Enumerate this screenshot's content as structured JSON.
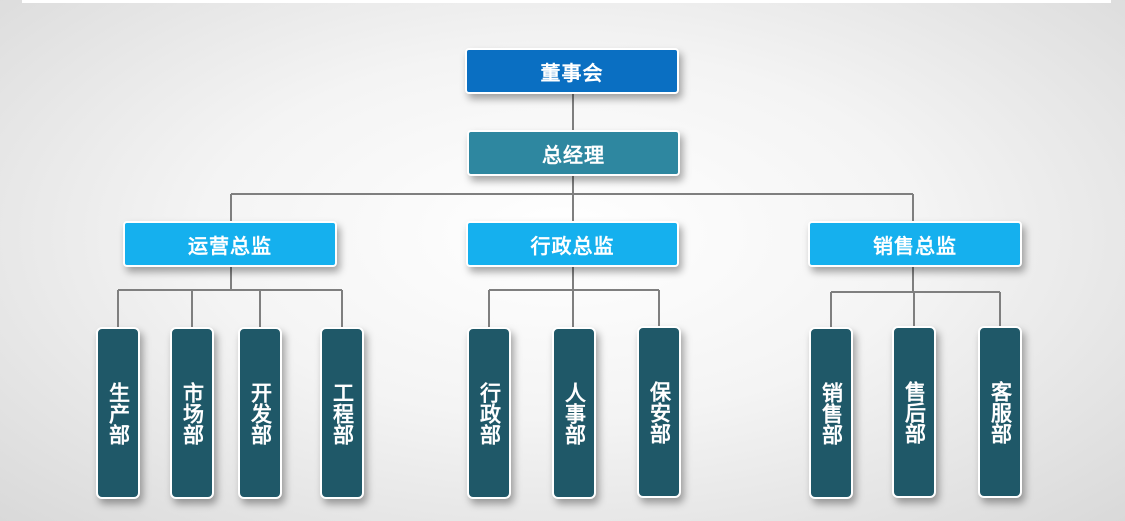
{
  "org_chart": {
    "board": {
      "label": "董事会",
      "color": "#0a6fc2"
    },
    "gm": {
      "label": "总经理",
      "color": "#2e87a0"
    },
    "directors": [
      {
        "label": "运营总监",
        "color": "#15b0ee"
      },
      {
        "label": "行政总监",
        "color": "#15b0ee"
      },
      {
        "label": "销售总监",
        "color": "#15b0ee"
      }
    ],
    "departments": [
      {
        "label": "生产部",
        "director": 0
      },
      {
        "label": "市场部",
        "director": 0
      },
      {
        "label": "开发部",
        "director": 0
      },
      {
        "label": "工程部",
        "director": 0
      },
      {
        "label": "行政部",
        "director": 1
      },
      {
        "label": "人事部",
        "director": 1
      },
      {
        "label": "保安部",
        "director": 1
      },
      {
        "label": "销售部",
        "director": 2
      },
      {
        "label": "售后部",
        "director": 2
      },
      {
        "label": "客服部",
        "director": 2
      }
    ],
    "department_color": "#1f5868",
    "line_color": "#7f7f7f"
  }
}
